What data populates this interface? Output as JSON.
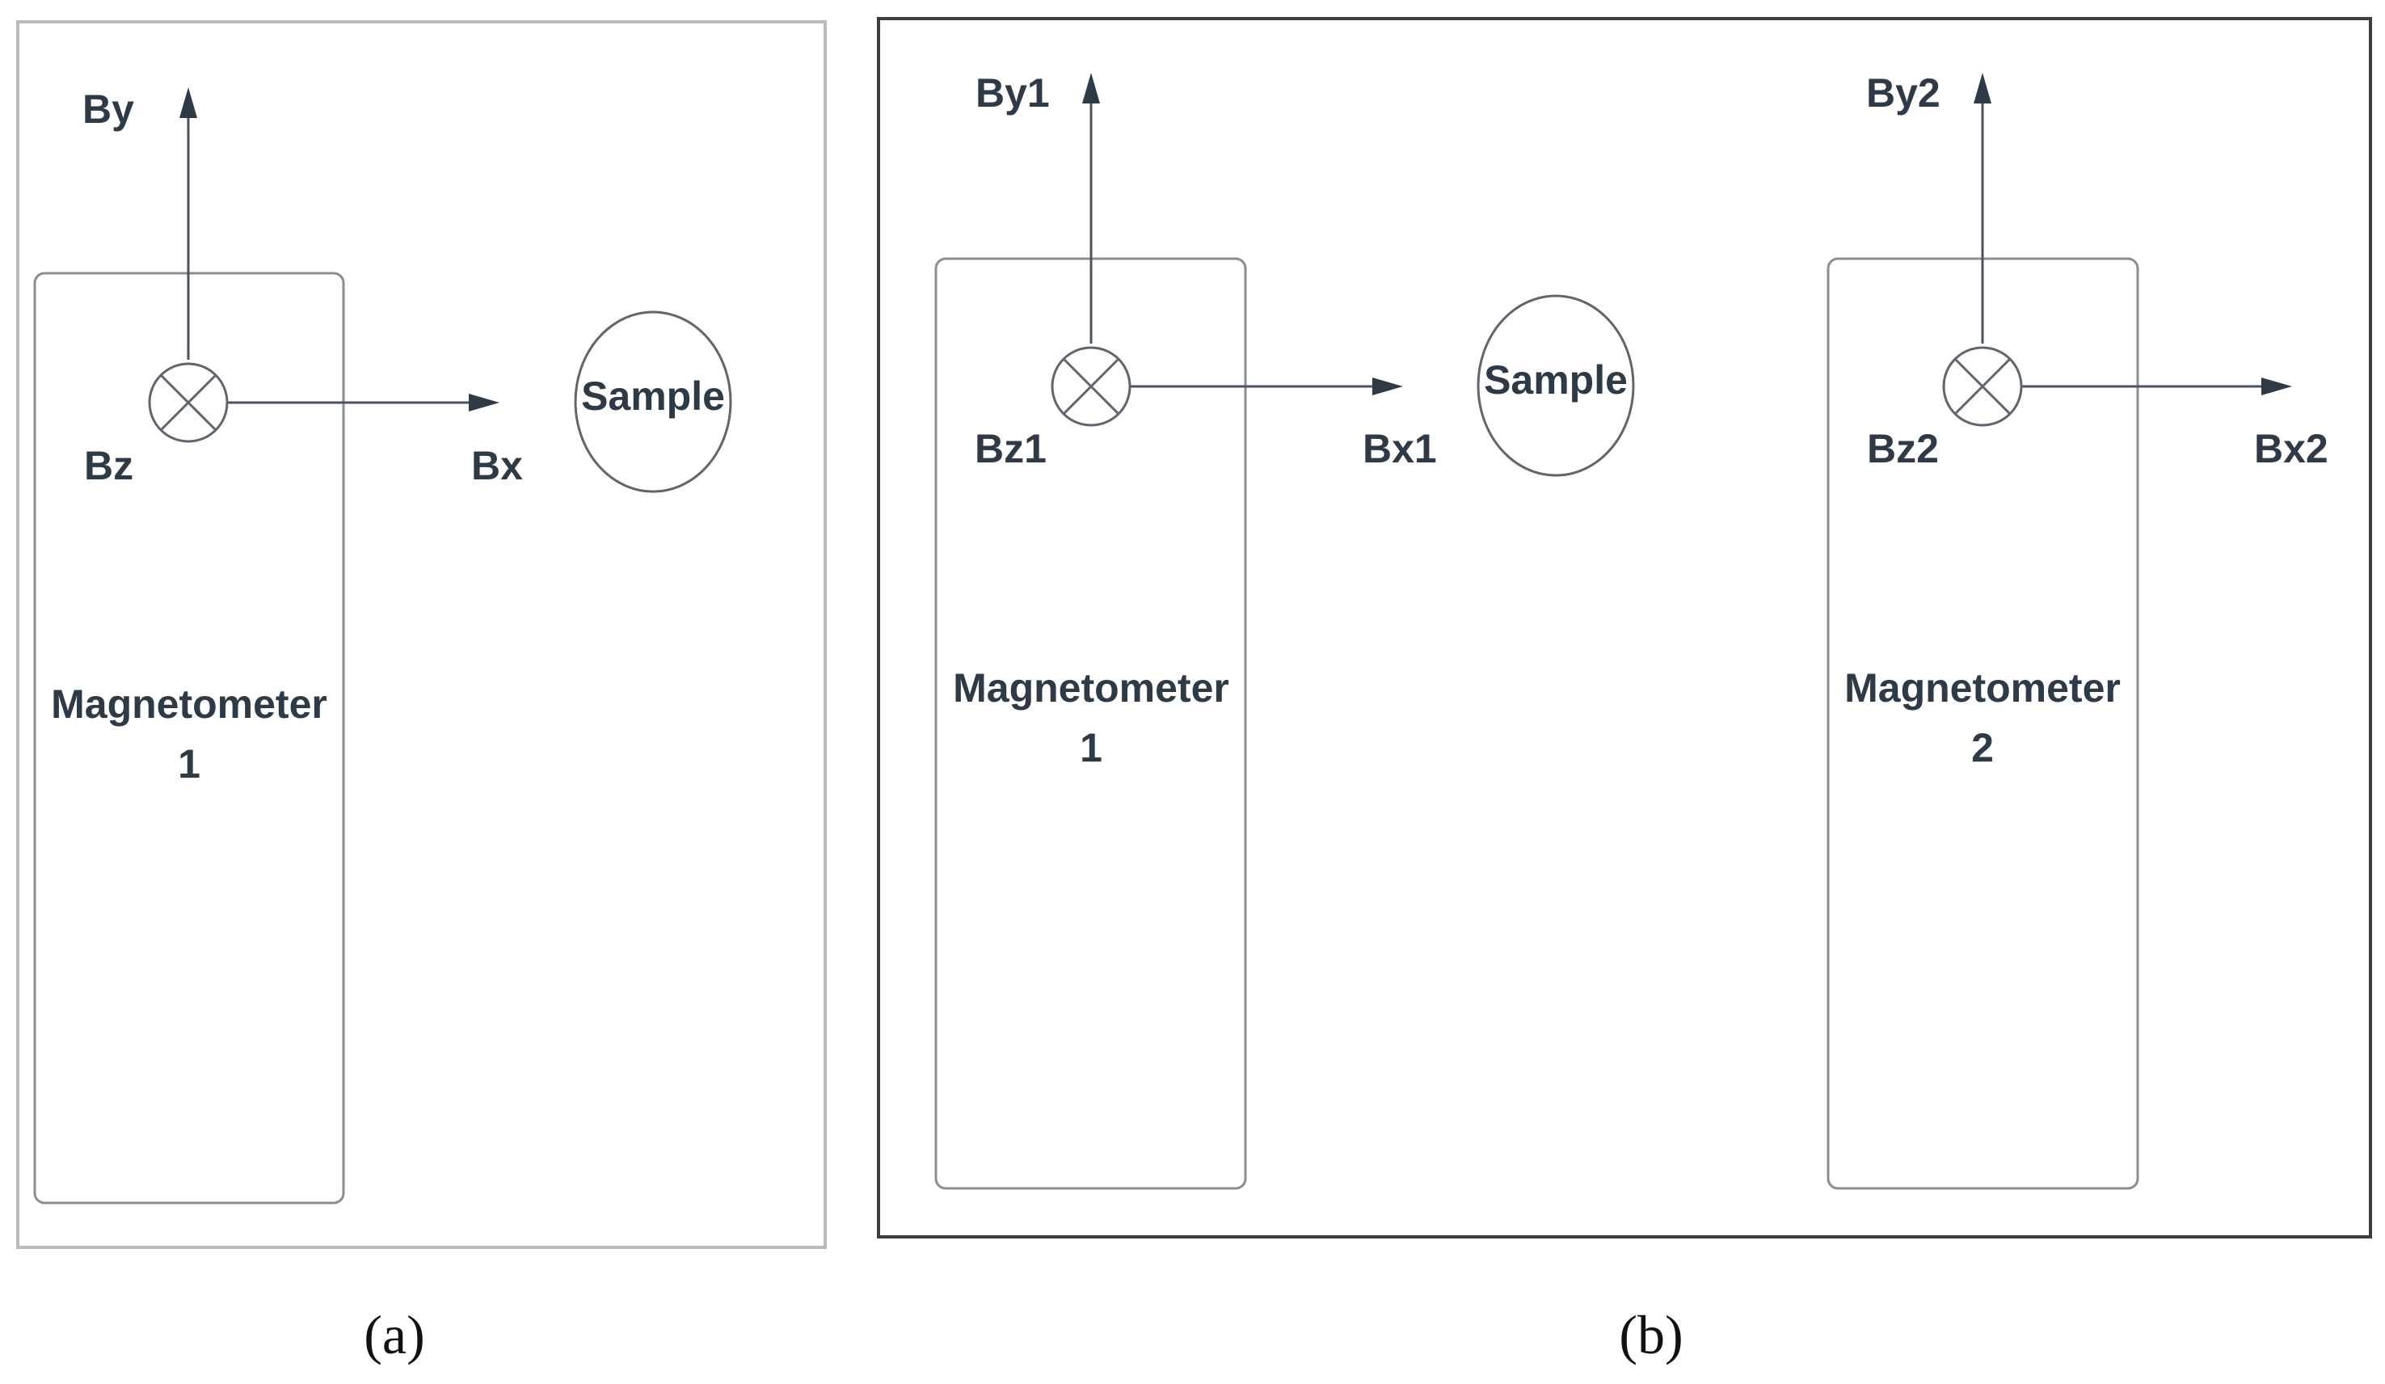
{
  "panel_a": {
    "caption": "(a)",
    "axis_y": "By",
    "axis_x": "Bx",
    "axis_z": "Bz",
    "device_name": "Magnetometer",
    "device_number": "1",
    "sample": "Sample"
  },
  "panel_b": {
    "caption": "(b)",
    "sample": "Sample",
    "magnetometer_1": {
      "axis_y": "By1",
      "axis_x": "Bx1",
      "axis_z": "Bz1",
      "device_name": "Magnetometer",
      "device_number": "1"
    },
    "magnetometer_2": {
      "axis_y": "By2",
      "axis_x": "Bx2",
      "axis_z": "Bz2",
      "device_name": "Magnetometer",
      "device_number": "2"
    }
  },
  "colors": {
    "text": "#2f3a47",
    "line": "#4b535c",
    "frame_a": "#b8bcbf",
    "frame_b": "#3c3f42"
  }
}
